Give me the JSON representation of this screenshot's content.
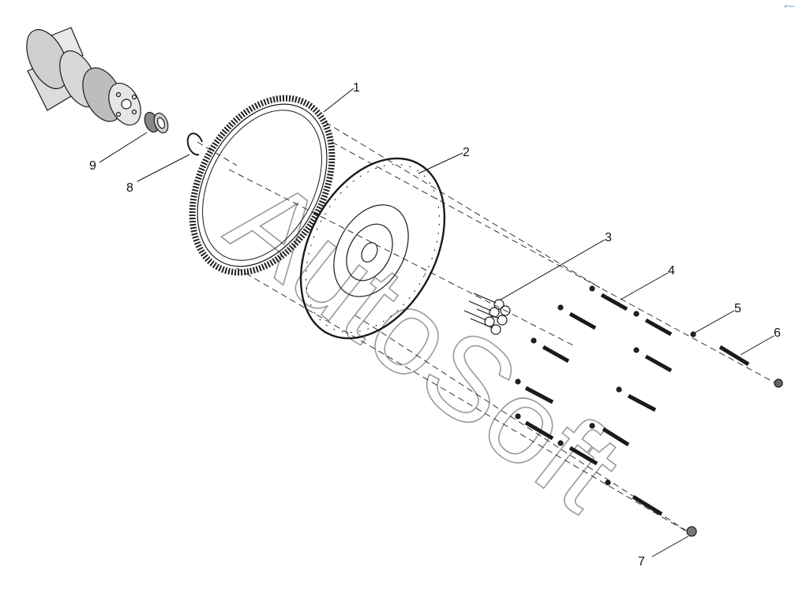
{
  "diagram": {
    "callouts": [
      {
        "id": "1",
        "part": "ring-gear"
      },
      {
        "id": "2",
        "part": "flywheel"
      },
      {
        "id": "3",
        "part": "flywheel-bolts"
      },
      {
        "id": "4",
        "part": "bolt"
      },
      {
        "id": "5",
        "part": "washer"
      },
      {
        "id": "6",
        "part": "stud-bolt"
      },
      {
        "id": "7",
        "part": "nut"
      },
      {
        "id": "8",
        "part": "snap-ring"
      },
      {
        "id": "9",
        "part": "pilot-bearing"
      }
    ],
    "watermark": "AutoSoft",
    "corner_mark": "⌐–"
  }
}
